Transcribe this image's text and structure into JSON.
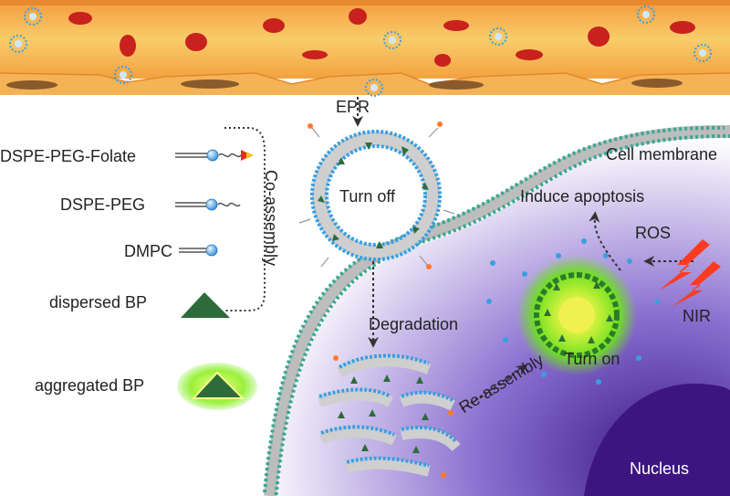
{
  "labels": {
    "epr": "EPR",
    "turn_off": "Turn off",
    "cell_membrane": "Cell membrane",
    "induce_apoptosis": "Induce apoptosis",
    "ros": "ROS",
    "nir": "NIR",
    "degradation": "Degradation",
    "turn_on": "Turn on",
    "re_assembly": "Re-assembly",
    "nucleus": "Nucleus",
    "co_assembly": "Co-assembly"
  },
  "legend": {
    "items": [
      {
        "label": "DSPE-PEG-Folate"
      },
      {
        "label": "DSPE-PEG"
      },
      {
        "label": "DMPC"
      },
      {
        "label": "dispersed BP"
      },
      {
        "label": "aggregated BP"
      }
    ]
  },
  "colors": {
    "vessel_outer": "#f4a23a",
    "vessel_inner": "#f8c55f",
    "rbc": "#c8211e",
    "endothelial": "#f5a93f",
    "lipid_head": "#3a9fe0",
    "bp_triangle": "#2e6b3a",
    "glow": "#7ef02a",
    "cytoplasm": "#5b2fb0",
    "nucleus": "#4a1e8c",
    "membrane_head": "#3aa692",
    "nir_bolt": "#ff3b1f"
  }
}
